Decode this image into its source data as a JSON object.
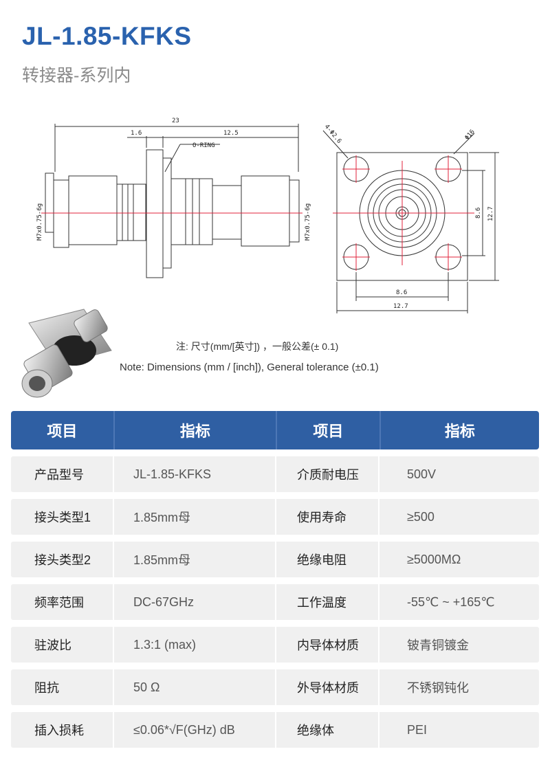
{
  "header": {
    "title": "JL-1.85-KFKS",
    "subtitle": "转接器-系列内"
  },
  "drawing": {
    "dim_total": "23",
    "dim_flange": "1.6",
    "dim_body": "12.5",
    "oring": "O-RING",
    "thread_left": "M7x0.75-6g",
    "thread_right": "M7x0.75-6g",
    "holes": "4-Φ2.6",
    "hole_pcd": "Φ16",
    "v_inner": "8.6",
    "v_outer": "12.7",
    "h_inner": "8.6",
    "h_outer": "12.7"
  },
  "notes": {
    "cn": "注: 尺寸(mm/[英寸]) ，一般公差(± 0.1)",
    "en": "Note: Dimensions (mm / [inch]), General tolerance (±0.1)"
  },
  "table": {
    "headers": [
      "项目",
      "指标",
      "项目",
      "指标"
    ],
    "rows": [
      [
        "产品型号",
        "JL-1.85-KFKS",
        "介质耐电压",
        "500V"
      ],
      [
        "接头类型1",
        "1.85mm母",
        "使用寿命",
        "≥500"
      ],
      [
        "接头类型2",
        "1.85mm母",
        "绝缘电阻",
        "≥5000MΩ"
      ],
      [
        "频率范围",
        "DC-67GHz",
        "工作温度",
        "-55℃ ~ +165℃"
      ],
      [
        "驻波比",
        "1.3:1 (max)",
        "内导体材质",
        "铍青铜镀金"
      ],
      [
        "阻抗",
        "50 Ω",
        "外导体材质",
        "不锈钢钝化"
      ],
      [
        "插入损耗",
        "≤0.06*√F(GHz) dB",
        "绝缘体",
        "PEI"
      ]
    ]
  }
}
